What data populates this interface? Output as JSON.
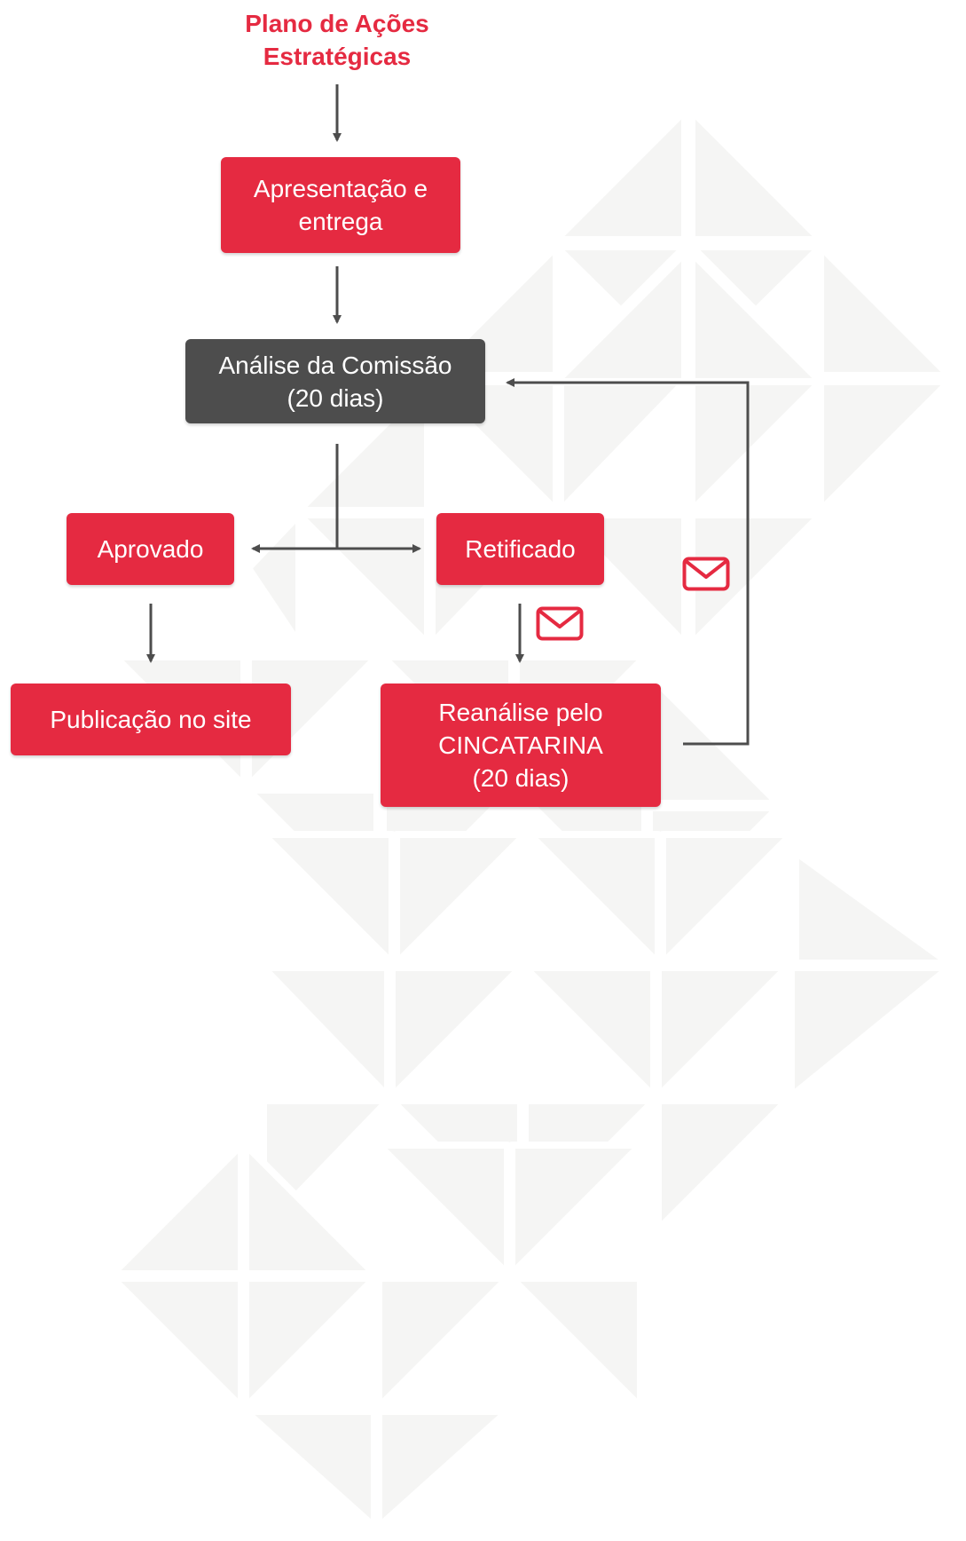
{
  "title": {
    "line1": "Plano de Ações",
    "line2": "Estratégicas"
  },
  "steps": {
    "apresentacao": {
      "line1": "Apresentação e",
      "line2": "entrega"
    },
    "analise": {
      "line1": "Análise da Comissão",
      "line2": "(20 dias)"
    },
    "aprovado": {
      "label": "Aprovado"
    },
    "retificado": {
      "label": "Retificado"
    },
    "publicacao": {
      "label": "Publicação no site"
    },
    "reanalise": {
      "line1": "Reanálise pelo",
      "line2": "CINCATARINA",
      "line3": "(20 dias)"
    }
  },
  "icons": {
    "mail_retificado": "envelope-icon",
    "mail_feedback": "envelope-icon"
  },
  "colors": {
    "accent_red": "#e52a41",
    "dark_gray": "#4d4d4d",
    "arrow_gray": "#4d4d4d",
    "watermark": "#f6f6f6"
  }
}
